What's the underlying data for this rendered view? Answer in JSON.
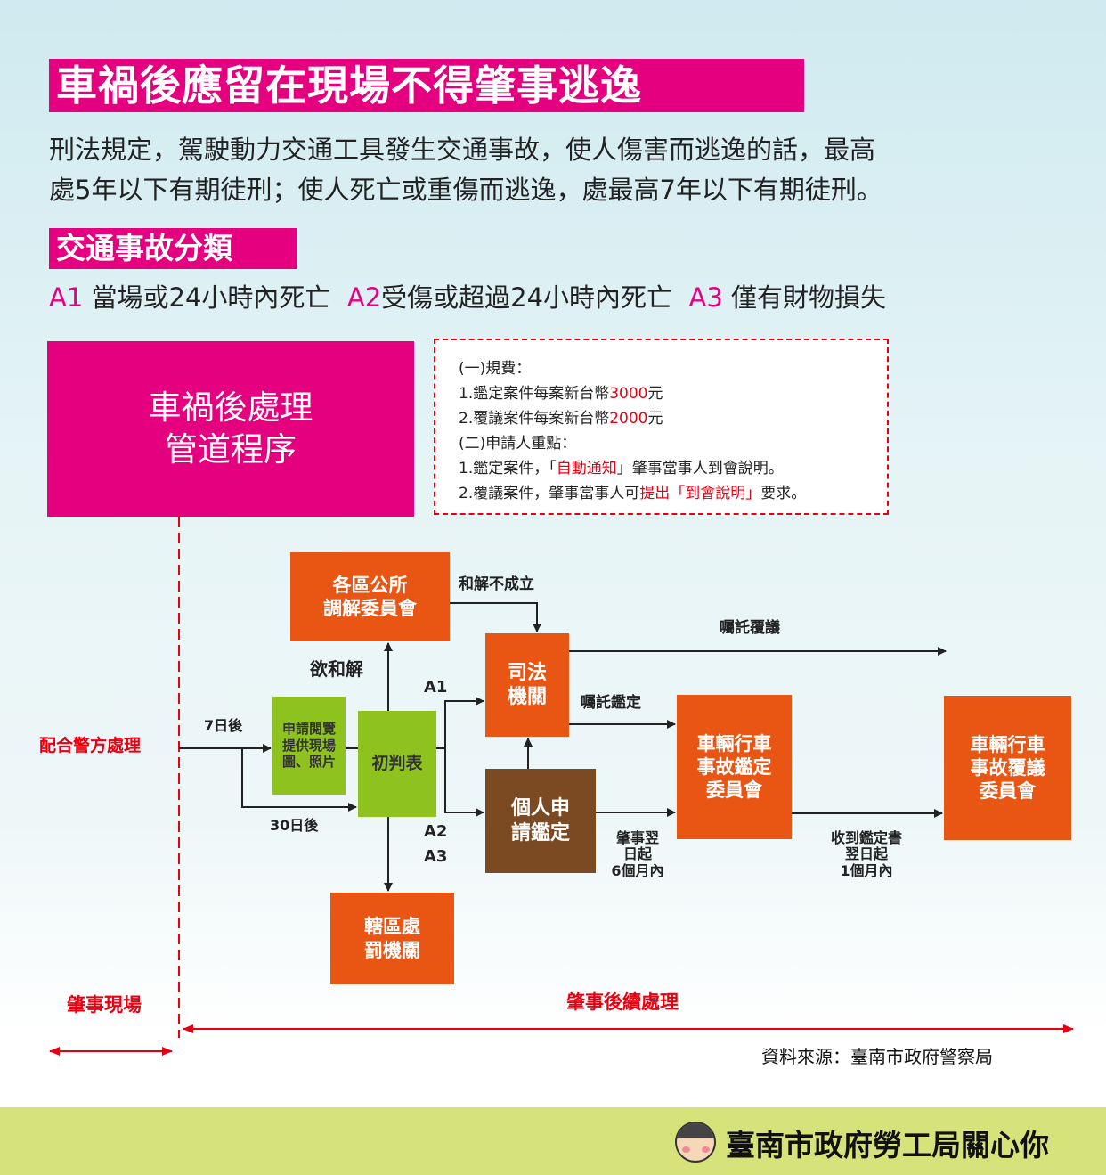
{
  "title": "車禍後應留在現場不得肇事逃逸",
  "law_text": [
    "刑法規定，駕駛動力交通工具發生交通事故，使人傷害而逃逸的話，最高",
    "處5年以下有期徒刑；使人死亡或重傷而逃逸，處最高7年以下有期徒刑。"
  ],
  "classification": {
    "heading": "交通事故分類",
    "items": [
      {
        "code": "A1",
        "desc": "當場或24小時內死亡"
      },
      {
        "code": "A2",
        "desc": "受傷或超過24小時內死亡"
      },
      {
        "code": "A3",
        "desc": "僅有財物損失"
      }
    ]
  },
  "procedure_box": "車禍後處理\n管道程序",
  "notes": {
    "fee_heading": "(一)規費：",
    "fee1_prefix": "1.鑑定案件每案新台幣",
    "fee1_amount": "3000",
    "fee1_suffix": "元",
    "fee2_prefix": "2.覆議案件每案新台幣",
    "fee2_amount": "2000",
    "fee2_suffix": "元",
    "applicant_heading": "(二)申請人重點：",
    "pt1_prefix": "1.鑑定案件，「",
    "pt1_highlight": "自動通知",
    "pt1_suffix": "」肇事當事人到會說明。",
    "pt2_prefix": "2.覆議案件，肇事當事人可",
    "pt2_highlight": "提出「到會說明」",
    "pt2_suffix": "要求。"
  },
  "flow": {
    "mediation": "各區公所\n調解委員會",
    "judicial": "司法\n機關",
    "apply_view": "申請閱覽\n提供現場\n圖、照片",
    "initial_report": "初判表",
    "personal_apply": "個人申\n請鑑定",
    "appraisal_committee": "車輛行車\n事故鑑定\n委員會",
    "review_committee": "車輛行車\n事故覆議\n委員會",
    "penalty_agency": "轄區處\n罰機關",
    "labels": {
      "mediation_failed": "和解不成立",
      "entrust_review": "囑託覆議",
      "want_mediation": "欲和解",
      "a1": "A1",
      "entrust_appraisal": "囑託鑑定",
      "after_7_days": "7日後",
      "cooperate_police": "配合警方處理",
      "after_30_days": "30日後",
      "a2": "A2",
      "a3": "A3",
      "within_6_months": "肇事翌\n日起\n6個月內",
      "within_1_month": "收到鑑定書\n翌日起\n1個月內"
    }
  },
  "scene_label": "肇事現場",
  "followup_label": "肇事後續處理",
  "source": "資料來源：臺南市政府警察局",
  "footer": "臺南市政府勞工局關心你",
  "colors": {
    "magenta": "#e4007f",
    "orange": "#e95513",
    "green": "#8dc21f",
    "brown": "#7b4a22",
    "red": "#e60012"
  }
}
